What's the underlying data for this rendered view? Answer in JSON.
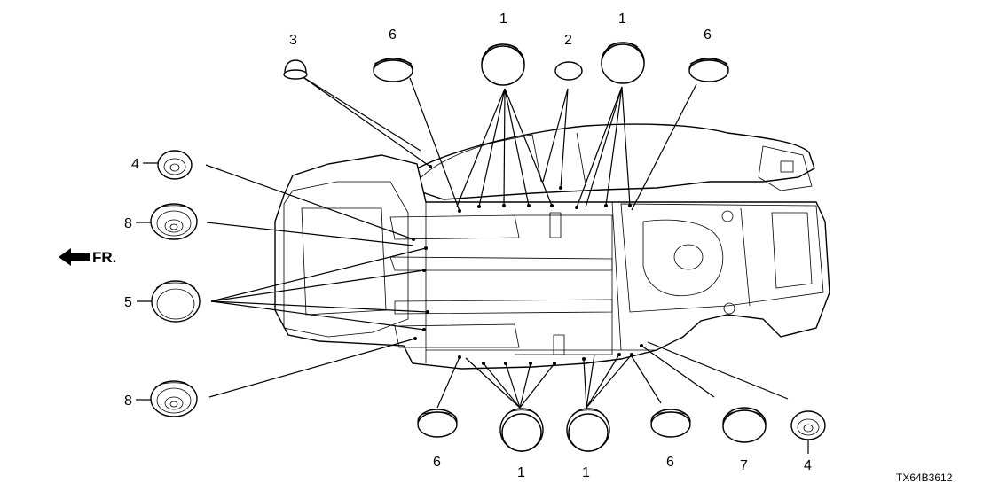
{
  "diagram": {
    "direction_label": "FR.",
    "code": "TX64B3612",
    "callouts": [
      {
        "id": "c-3-top",
        "label": "3"
      },
      {
        "id": "c-6-topleft",
        "label": "6"
      },
      {
        "id": "c-1-topleft",
        "label": "1"
      },
      {
        "id": "c-2-top",
        "label": "2"
      },
      {
        "id": "c-1-topright",
        "label": "1"
      },
      {
        "id": "c-6-topright",
        "label": "6"
      },
      {
        "id": "c-4-left",
        "label": "4"
      },
      {
        "id": "c-8-upperleft",
        "label": "8"
      },
      {
        "id": "c-5-left",
        "label": "5"
      },
      {
        "id": "c-8-lowerleft",
        "label": "8"
      },
      {
        "id": "c-6-bottomleft",
        "label": "6"
      },
      {
        "id": "c-1-bottomleft",
        "label": "1"
      },
      {
        "id": "c-1-bottomright",
        "label": "1"
      },
      {
        "id": "c-6-bottomright",
        "label": "6"
      },
      {
        "id": "c-7-bottom",
        "label": "7"
      },
      {
        "id": "c-4-bottom",
        "label": "4"
      }
    ]
  }
}
